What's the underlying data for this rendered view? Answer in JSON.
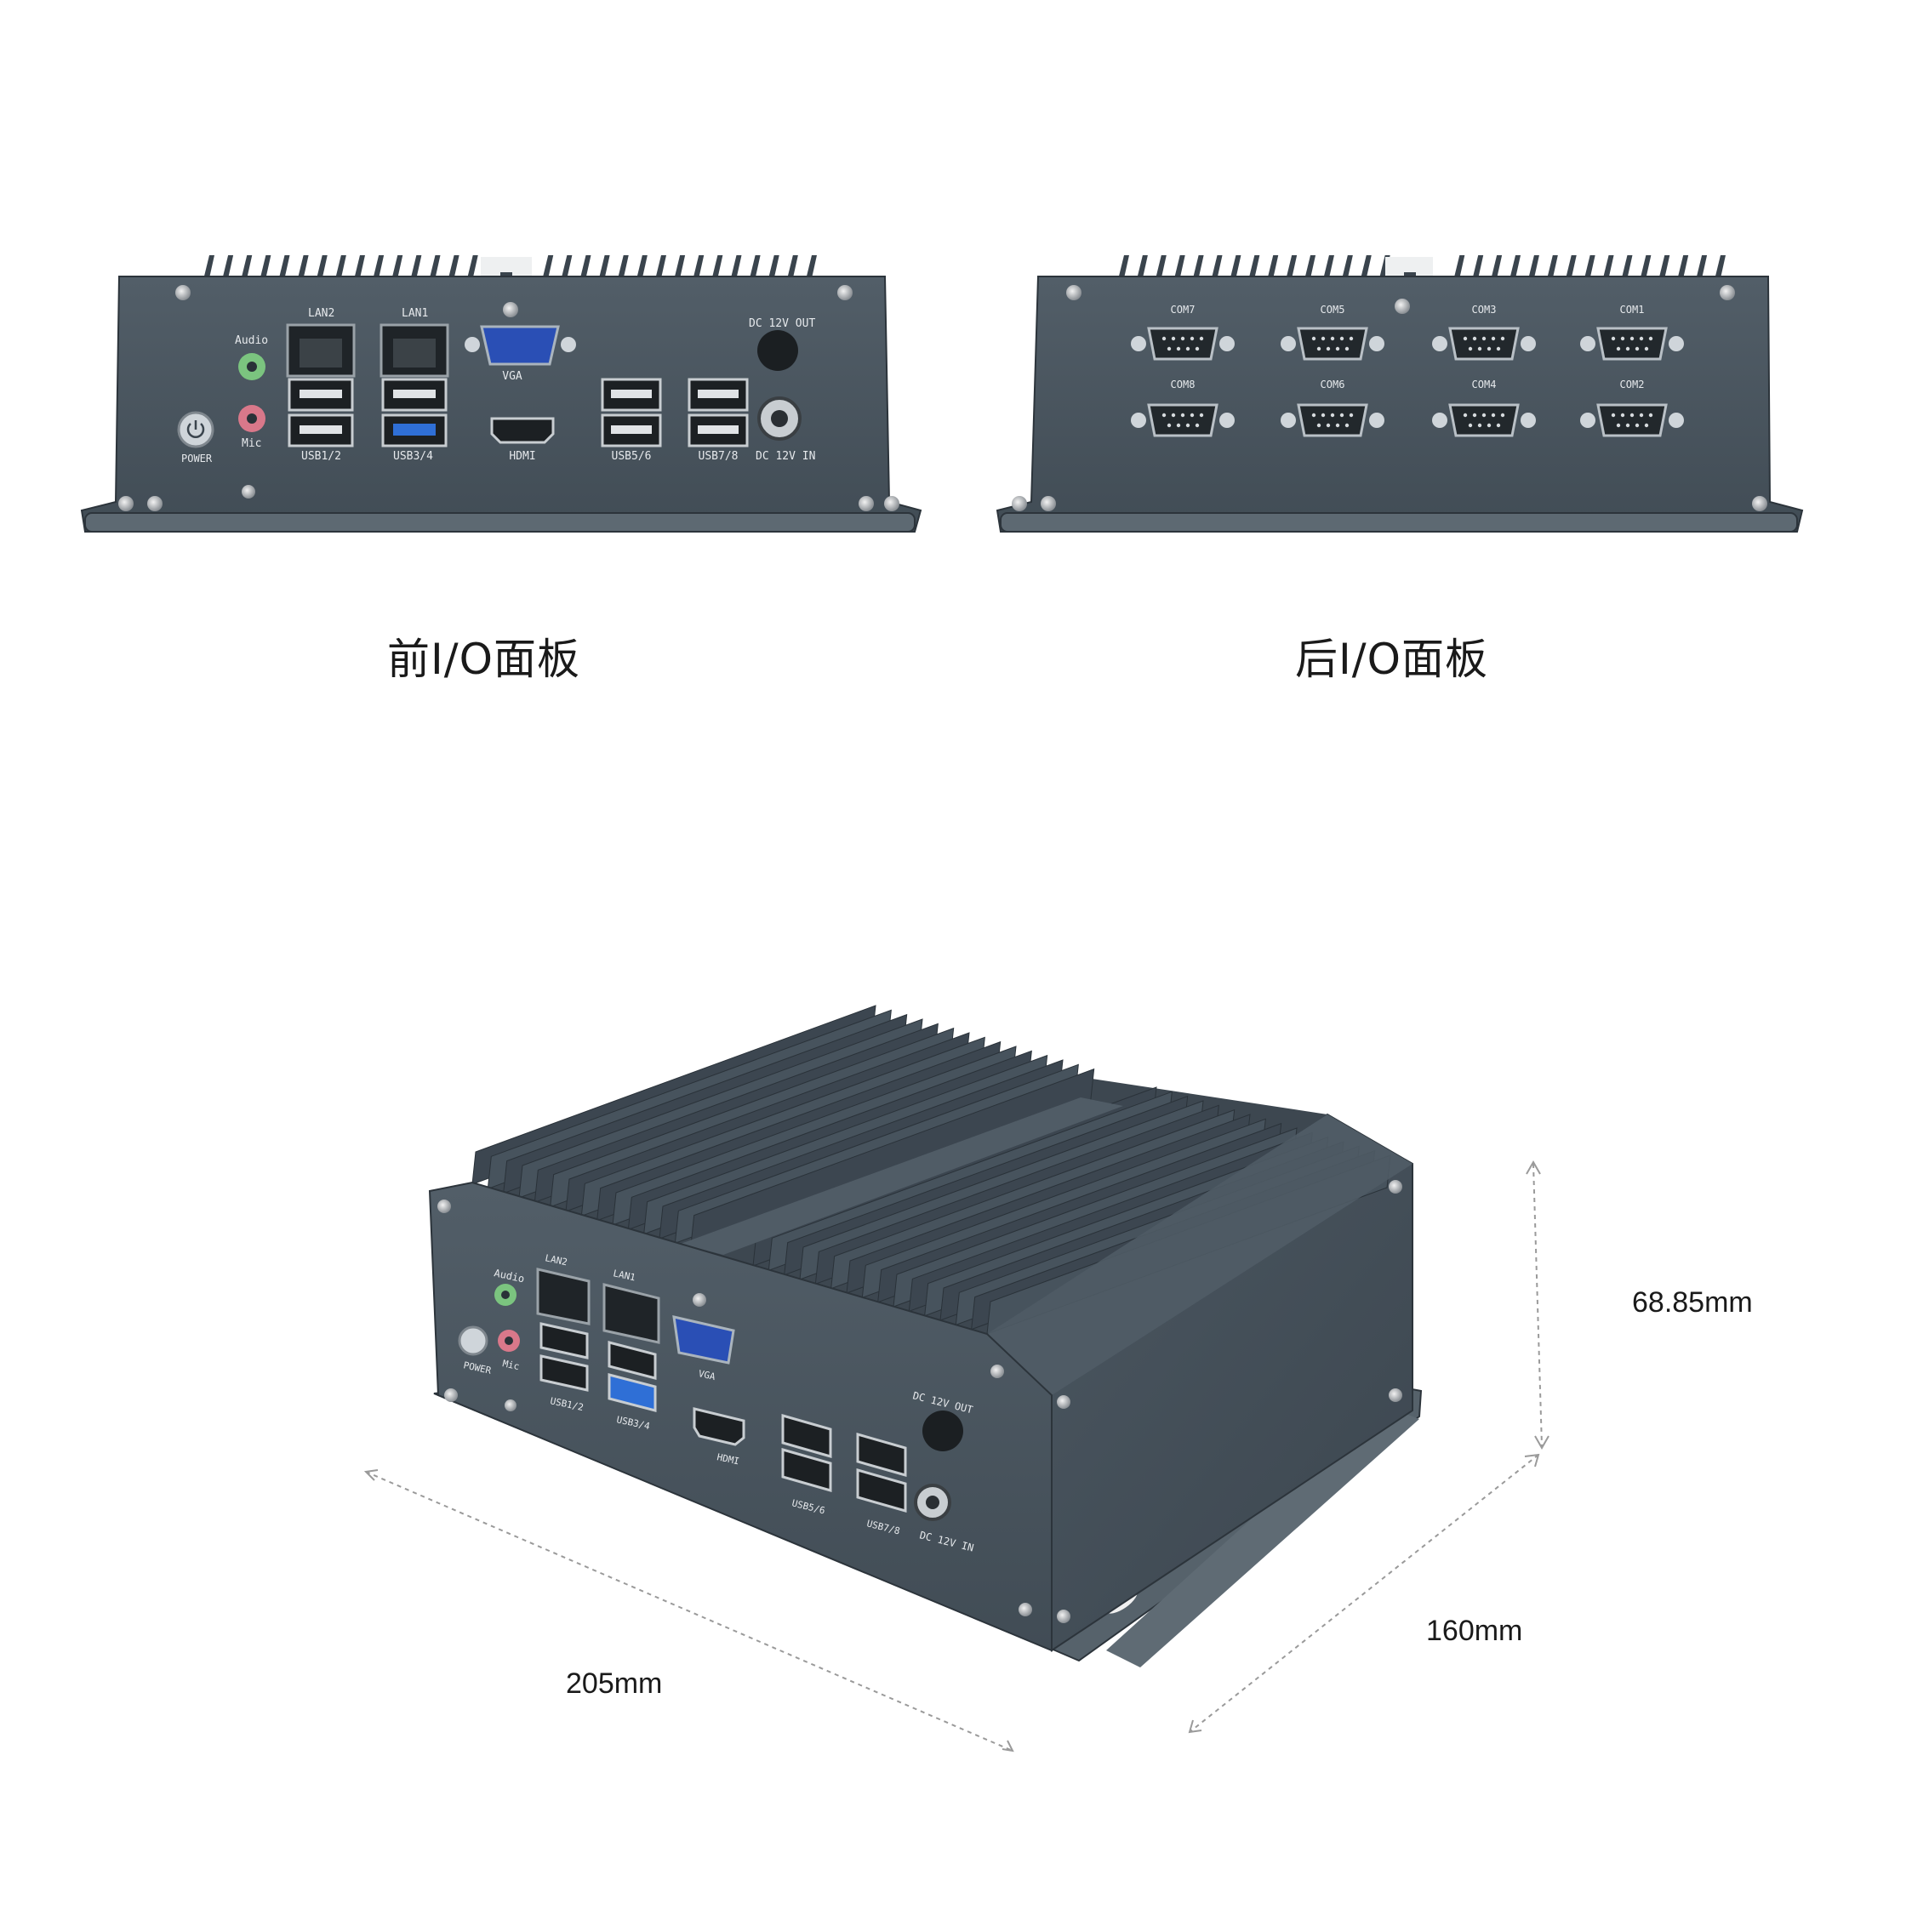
{
  "captions": {
    "front": "前I/O面板",
    "rear": "后I/O面板"
  },
  "dimensions": {
    "height": "68.85mm",
    "depth": "160mm",
    "width": "205mm"
  },
  "front_panel": {
    "audio": "Audio",
    "mic": "Mic",
    "power": "POWER",
    "lan2": "LAN2",
    "lan1": "LAN1",
    "vga": "VGA",
    "hdmi": "HDMI",
    "usb12": "USB1/2",
    "usb34": "USB3/4",
    "usb56": "USB5/6",
    "usb78": "USB7/8",
    "dc_out": "DC 12V OUT",
    "dc_in": "DC 12V IN"
  },
  "rear_panel": {
    "com_top": [
      "COM7",
      "COM5",
      "COM3",
      "COM1"
    ],
    "com_bottom": [
      "COM8",
      "COM6",
      "COM4",
      "COM2"
    ]
  },
  "colors": {
    "chassis": "#47535d",
    "chassis_dark": "#2f3840",
    "fin": "#3a444d",
    "vga_blue": "#2a4fb5",
    "usb3_blue": "#2f6fd6",
    "audio_green": "#7bc47f",
    "mic_pink": "#d9788a",
    "label": "#e6e9ec"
  }
}
